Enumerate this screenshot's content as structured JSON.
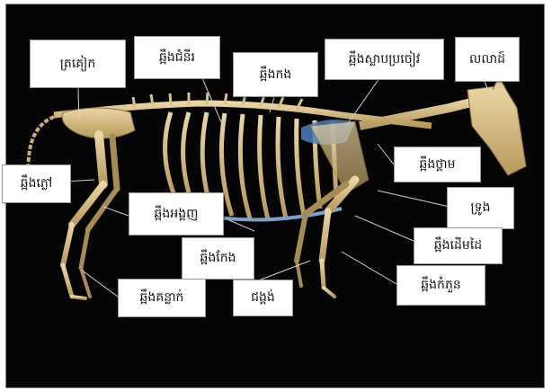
{
  "colors": {
    "background": "#050505",
    "bone": "#d8c08a",
    "bone_shadow": "#9b7f4a",
    "highlight": "#4a7fc0",
    "leader_line": "#cfcfcf"
  },
  "labels": {
    "tail": "ត្រគៀក",
    "hip": "ឆ្អឹងជំនីរ",
    "back": "ឆ្អឹងកង",
    "shoulder_blade": "ឆ្អឹងស្លាបប្រចៀវ",
    "skull": "លលាដ៍",
    "thigh": "ឆ្អឹងភ្លៅ",
    "jaw": "ឆ្អឹងថ្គាម",
    "sternum": "ទ្រូង",
    "pelvis": "ឆ្អឹងអង្គញ",
    "rib": "ឆ្អឹងកែង",
    "forearm": "ឆ្អឹងដើមដៃ",
    "hind_hoof": "ឆ្អឹងគន្លាក់",
    "knee": "ជង្គង់",
    "front_shin": "ឆ្អឹងកំភួន"
  }
}
